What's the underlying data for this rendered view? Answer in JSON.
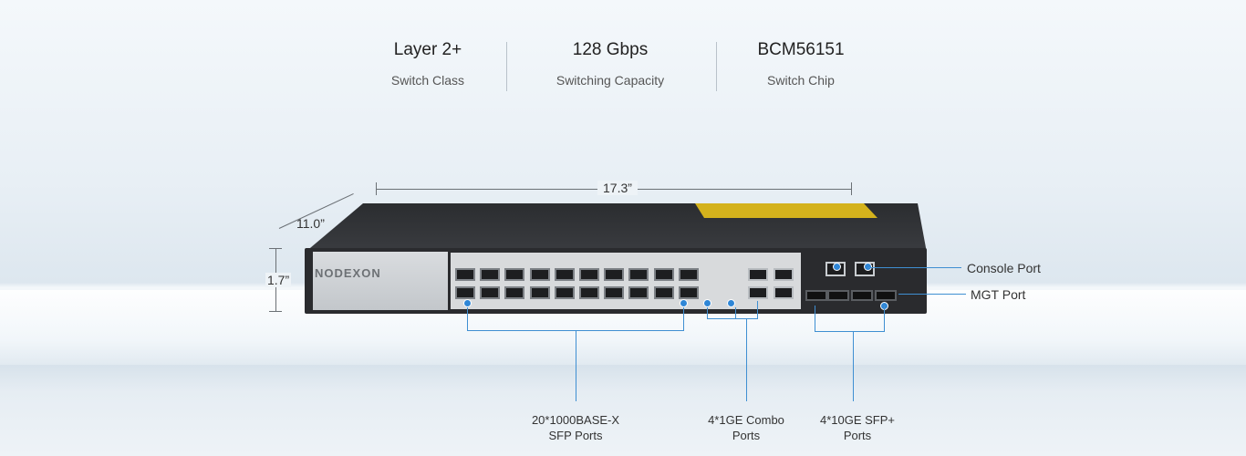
{
  "specs": [
    {
      "value": "Layer 2+",
      "label": "Switch Class"
    },
    {
      "value": "128 Gbps",
      "label": "Switching Capacity"
    },
    {
      "value": "BCM56151",
      "label": "Switch Chip"
    }
  ],
  "dimensions": {
    "width": "17.3”",
    "depth": "11.0”",
    "height": "1.7”"
  },
  "brand": "NODEXON",
  "callouts": {
    "console": "Console Port",
    "mgt": "MGT Port",
    "sfp_line1": "20*1000BASE-X",
    "sfp_line2": "SFP Ports",
    "combo_line1": "4*1GE Combo",
    "combo_line2": "Ports",
    "sfpplus_line1": "4*10GE SFP+",
    "sfpplus_line2": "Ports"
  },
  "colors": {
    "accent": "#2f86d6",
    "sticker": "#d4b21c"
  }
}
